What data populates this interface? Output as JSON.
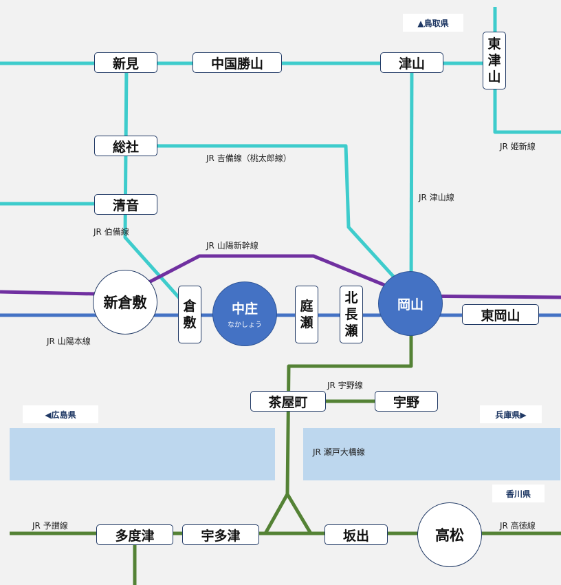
{
  "colors": {
    "hakubi_line": "#3ecccc",
    "sanyo_shinkansen": "#7030a0",
    "sanyo_main_line": "#4472c4",
    "seto_ohashi_line": "#548235",
    "sea": "#bdd7ee",
    "station_border": "#1f3864"
  },
  "stations": {
    "niimi": "新見",
    "chugoku_katsuyama": "中国勝山",
    "tsuyama": "津山",
    "higashi_tsuyama": [
      "東",
      "津",
      "山"
    ],
    "soja": "総社",
    "kiyone": "清音",
    "shin_kurashiki": "新倉敷",
    "kurashiki": [
      "倉",
      "敷"
    ],
    "nakasho": "中庄",
    "nakasho_kana": "なかしょう",
    "niwase": [
      "庭",
      "瀬"
    ],
    "kita_nagase": [
      "北",
      "長",
      "瀬"
    ],
    "okayama": "岡山",
    "higashi_okayama": "東岡山",
    "chayamachi": "茶屋町",
    "uno": "宇野",
    "tadotsu": "多度津",
    "utazu": "宇多津",
    "sakaide": "坂出",
    "takamatsu": "高松"
  },
  "line_labels": {
    "kibi": "JR 吉備線（桃太郎線）",
    "kishin": "JR 姫新線",
    "tsuyama": "JR 津山線",
    "hakubi": "JR 伯備線",
    "sanyo_shinkansen": "JR 山陽新幹線",
    "sanyo_main": "JR 山陽本線",
    "uno": "JR 宇野線",
    "seto_ohashi": "JR 瀬戸大橋線",
    "yosan": "JR 予讃線",
    "kotoku": "JR 高徳線"
  },
  "prefectures": {
    "tottori": "▲鳥取県",
    "hiroshima": "◀広島県",
    "hyogo": "兵庫県▶",
    "kagawa": "香川県"
  }
}
